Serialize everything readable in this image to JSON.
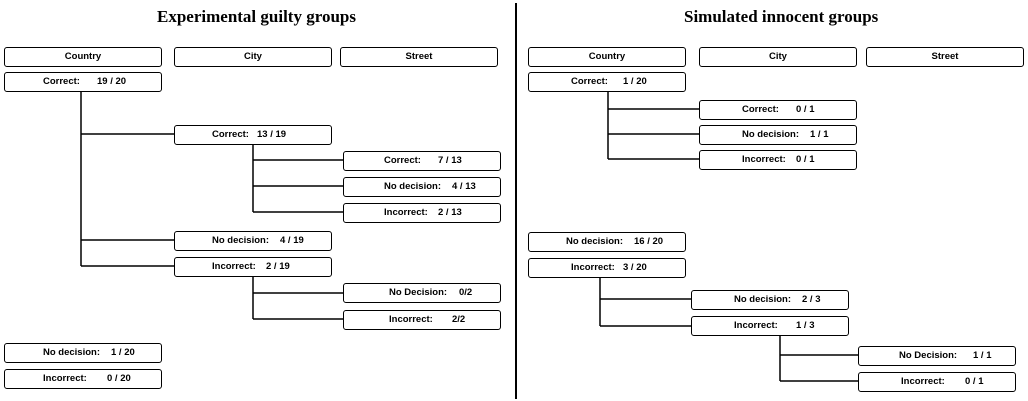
{
  "left": {
    "title": "Experimental guilty groups",
    "headers": [
      "Country",
      "City",
      "Street"
    ],
    "country_correct": {
      "label": "Correct:",
      "value": "19 / 20"
    },
    "city_correct": {
      "label": "Correct:",
      "value": "13 / 19"
    },
    "street_correct": {
      "label": "Correct:",
      "value": "7 / 13"
    },
    "street_nodecision": {
      "label": "No decision:",
      "value": "4 / 13"
    },
    "street_incorrect": {
      "label": "Incorrect:",
      "value": "2 / 13"
    },
    "city_nodecision": {
      "label": "No decision:",
      "value": "4 / 19"
    },
    "city_incorrect": {
      "label": "Incorrect:",
      "value": "2 / 19"
    },
    "street2_nodecision": {
      "label": "No Decision:",
      "value": "0/2"
    },
    "street2_incorrect": {
      "label": "Incorrect:",
      "value": "2/2"
    },
    "country_nodecision": {
      "label": "No decision:",
      "value": "1 / 20"
    },
    "country_incorrect": {
      "label": "Incorrect:",
      "value": "0 / 20"
    }
  },
  "right": {
    "title": "Simulated innocent groups",
    "headers": [
      "Country",
      "City",
      "Street"
    ],
    "country_correct": {
      "label": "Correct:",
      "value": "1 / 20"
    },
    "city_correct": {
      "label": "Correct:",
      "value": "0 / 1"
    },
    "city_nodecision": {
      "label": "No decision:",
      "value": "1 / 1"
    },
    "city_incorrect": {
      "label": "Incorrect:",
      "value": "0 / 1"
    },
    "country_nodecision": {
      "label": "No decision:",
      "value": "16 / 20"
    },
    "country_incorrect": {
      "label": "Incorrect:",
      "value": "3 / 20"
    },
    "city2_nodecision": {
      "label": "No decision:",
      "value": "2 / 3"
    },
    "city2_incorrect": {
      "label": "Incorrect:",
      "value": "1 / 3"
    },
    "street_nodecision": {
      "label": "No Decision:",
      "value": "1 / 1"
    },
    "street_incorrect": {
      "label": "Incorrect:",
      "value": "0 / 1"
    }
  }
}
